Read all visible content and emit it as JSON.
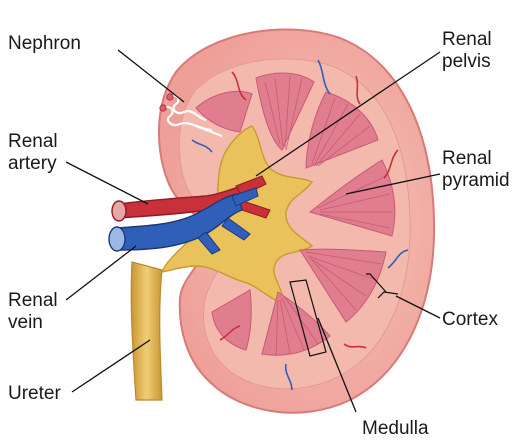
{
  "labels": {
    "nephron": "Nephron",
    "renal_artery": [
      "Renal",
      "artery"
    ],
    "renal_vein": [
      "Renal",
      "vein"
    ],
    "ureter": "Ureter",
    "renal_pelvis": [
      "Renal",
      "pelvis"
    ],
    "renal_pyramid": [
      "Renal",
      "pyramid"
    ],
    "cortex": "Cortex",
    "medulla": "Medulla"
  },
  "colors": {
    "cortex": "#f2b3a8",
    "cortex_edge": "#e88c86",
    "pyramid": "#e07e90",
    "pyramid_stripe": "#c95a72",
    "pelvis": "#e9c25c",
    "pelvis_edge": "#c99a30",
    "artery": "#c8303a",
    "vein": "#2f5fb8",
    "ureter": "#e3b55a",
    "leader": "#111111"
  }
}
